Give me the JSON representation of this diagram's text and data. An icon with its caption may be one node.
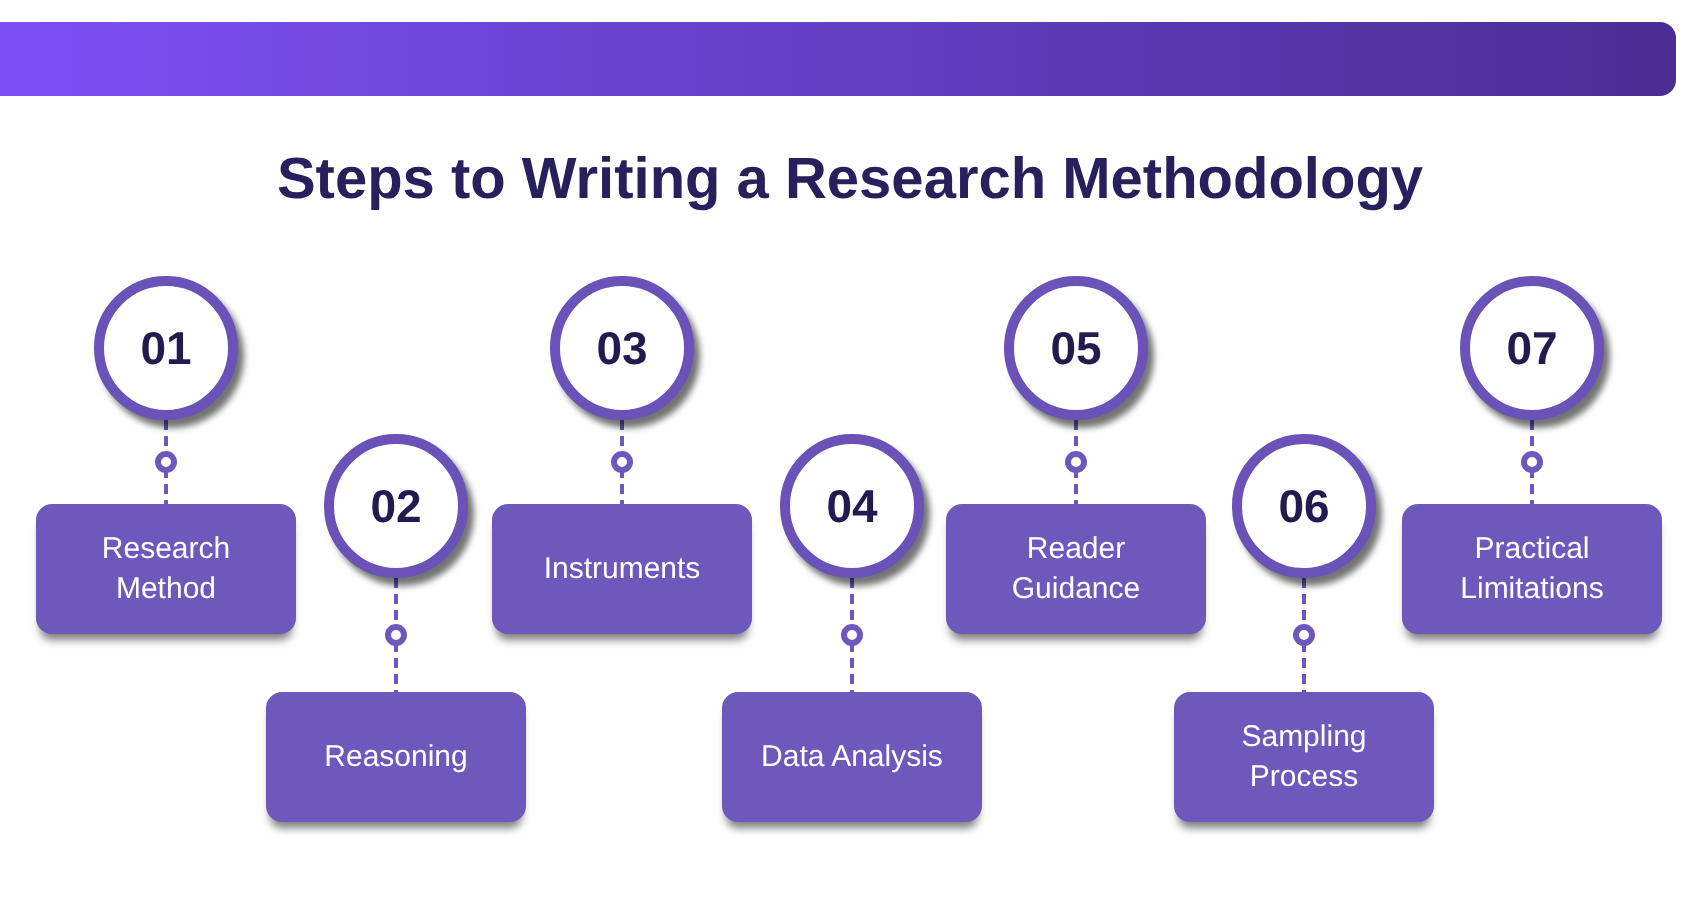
{
  "diagram": {
    "title": "Steps to Writing a Research Methodology",
    "nodes": [
      {
        "text": [
          "01"
        ]
      },
      {
        "text": [
          "Research Method"
        ]
      },
      {
        "text": [
          "02"
        ]
      },
      {
        "text": [
          "Reasoning"
        ]
      },
      {
        "text": [
          "03"
        ]
      },
      {
        "text": [
          "Instruments"
        ]
      },
      {
        "text": [
          "04"
        ]
      },
      {
        "text": [
          "Data Analysis"
        ]
      },
      {
        "text": [
          "05"
        ]
      },
      {
        "text": [
          "Reader Guidance"
        ]
      },
      {
        "text": [
          "06"
        ]
      },
      {
        "text": [
          "Sampling Process"
        ]
      },
      {
        "text": [
          "07"
        ]
      },
      {
        "text": [
          "Practical Limitations"
        ]
      }
    ],
    "edges": [
      {
        "from": 0,
        "to": 1,
        "arrow": "none",
        "style": "dashed"
      },
      {
        "from": 2,
        "to": 3,
        "arrow": "none",
        "style": "dashed"
      },
      {
        "from": 4,
        "to": 5,
        "arrow": "none",
        "style": "dashed"
      },
      {
        "from": 6,
        "to": 7,
        "arrow": "none",
        "style": "dashed"
      },
      {
        "from": 8,
        "to": 9,
        "arrow": "none",
        "style": "dashed"
      },
      {
        "from": 10,
        "to": 11,
        "arrow": "none",
        "style": "dashed"
      },
      {
        "from": 12,
        "to": 13,
        "arrow": "none",
        "style": "dashed"
      }
    ]
  }
}
